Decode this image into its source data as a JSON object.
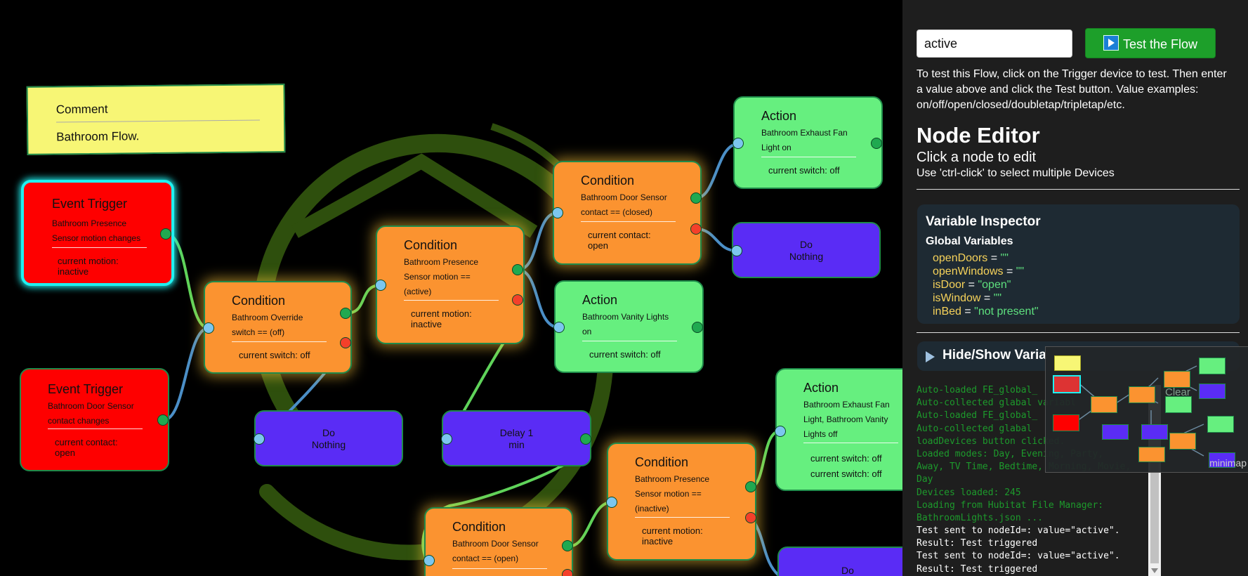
{
  "comment": {
    "title": "Comment",
    "text": "Bathroom Flow."
  },
  "nodes": {
    "trigger1": {
      "title": "Event Trigger",
      "device_l1": "Bathroom Presence",
      "device_l2": "Sensor motion changes",
      "state_l1": "current motion:",
      "state_l2": "inactive"
    },
    "trigger2": {
      "title": "Event Trigger",
      "device_l1": "Bathroom Door Sensor",
      "device_l2": "contact changes",
      "state_l1": "current contact:",
      "state_l2": "open"
    },
    "cond_override": {
      "title": "Condition",
      "device_l1": "Bathroom Override",
      "device_l2": "switch == (off)",
      "state": "current switch: off"
    },
    "nothing1": {
      "l1": "Do",
      "l2": "Nothing"
    },
    "cond_presence_active": {
      "title": "Condition",
      "device_l1": "Bathroom Presence",
      "device_l2": "Sensor motion ==",
      "device_l3": "(active)",
      "state_l1": "current motion:",
      "state_l2": "inactive"
    },
    "delay": {
      "l1": "Delay 1",
      "l2": "min"
    },
    "cond_door_closed": {
      "title": "Condition",
      "device_l1": "Bathroom Door Sensor",
      "device_l2": "contact == (closed)",
      "state_l1": "current contact:",
      "state_l2": "open"
    },
    "action_vanity": {
      "title": "Action",
      "device_l1": "Bathroom Vanity Lights",
      "device_l2": "on",
      "state": "current switch: off"
    },
    "action_fan_on": {
      "title": "Action",
      "device_l1": "Bathroom Exhaust Fan",
      "device_l2": "Light on",
      "state": "current switch: off"
    },
    "nothing2": {
      "l1": "Do",
      "l2": "Nothing"
    },
    "action_off": {
      "title": "Action",
      "device_l1": "Bathroom Exhaust Fan",
      "device_l2": "Light, Bathroom Vanity",
      "device_l3": "Lights off",
      "state_l1": "current switch: off",
      "state_l2": "current switch: off"
    },
    "cond_presence_inactive": {
      "title": "Condition",
      "device_l1": "Bathroom Presence",
      "device_l2": "Sensor motion ==",
      "device_l3": "(inactive)",
      "state_l1": "current motion:",
      "state_l2": "inactive"
    },
    "cond_door_open": {
      "title": "Condition",
      "device_l1": "Bathroom Door Sensor",
      "device_l2": "contact == (open)"
    },
    "nothing3": {
      "l1": "Do"
    }
  },
  "panel": {
    "test_value": "active",
    "test_button_icon": "play-icon",
    "test_button_label": "Test the Flow",
    "test_help": [
      "To test this Flow, click on the Trigger device to test. Then enter",
      "a value above and click the Test button. Value examples:",
      "on/off/open/closed/doubletap/tripletap/etc."
    ],
    "editor_title": "Node Editor",
    "editor_sub": "Click a node to edit",
    "editor_hint": "Use 'ctrl-click' to select multiple Devices",
    "inspector_title": "Variable Inspector",
    "globals_title": "Global Variables",
    "variables": [
      {
        "name": "openDoors",
        "value": "\"\""
      },
      {
        "name": "openWindows",
        "value": "\"\""
      },
      {
        "name": "isDoor",
        "value": "\"open\""
      },
      {
        "name": "isWindow",
        "value": "\"\""
      },
      {
        "name": "inBed",
        "value": "\"not present\""
      }
    ],
    "hide_show_label": "Hide/Show Varia",
    "clear_label": "Clear",
    "minimap_label": "minimap",
    "log": [
      "Auto-loaded FE_global_",
      "Auto-collected glabal variabl",
      "Auto-loaded FE_global_",
      "Auto-collected glabal",
      "loadDevices button clicked.",
      "Loaded modes: Day, Evening, Party,",
      "Away, TV Time, Bedtime, Morning, Movie,",
      "Day",
      "Devices loaded: 245",
      "Loading from Hubitat File Manager:",
      "BathroomLights.json ...",
      "Test sent to nodeId=: value=\"active\".",
      "Result: Test triggered",
      "Test sent to nodeId=: value=\"active\".",
      "Result: Test triggered"
    ]
  },
  "colors": {
    "condition": "#fb9330",
    "action": "#66ef7f",
    "trigger": "#fe0000",
    "nothing": "#5a2cf5",
    "comment": "#f7f675",
    "test_button": "#1d9f2a"
  }
}
